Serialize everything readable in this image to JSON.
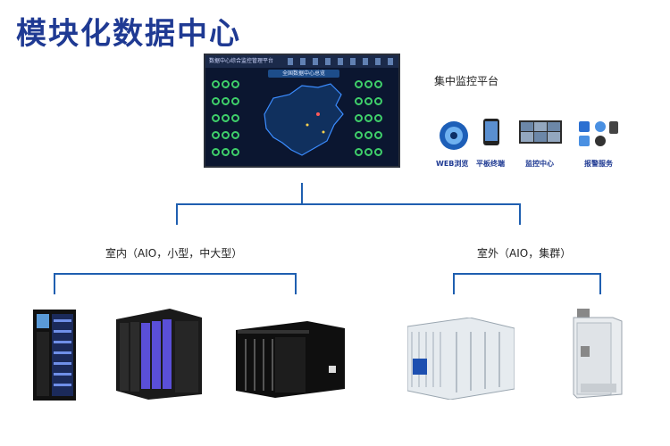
{
  "title": "模块化数据中心",
  "monitor": {
    "screen_title": "数据中心综合监控管理平台",
    "map_title": "全国数据中心总览"
  },
  "platform": {
    "label": "集中监控平台",
    "clients": [
      {
        "label": "WEB浏览",
        "icon": "web-browser-icon"
      },
      {
        "label": "平板终端",
        "icon": "tablet-icon"
      },
      {
        "label": "监控中心",
        "icon": "monitor-center-icon"
      },
      {
        "label": "报警服务",
        "icon": "alarm-service-icon"
      }
    ]
  },
  "branches": {
    "indoor": "室内（AIO，小型，中大型）",
    "outdoor": "室外（AIO，集群）"
  },
  "colors": {
    "title": "#1f3a93",
    "connector": "#1f5fb0",
    "screen_bg": "#0b1630"
  }
}
